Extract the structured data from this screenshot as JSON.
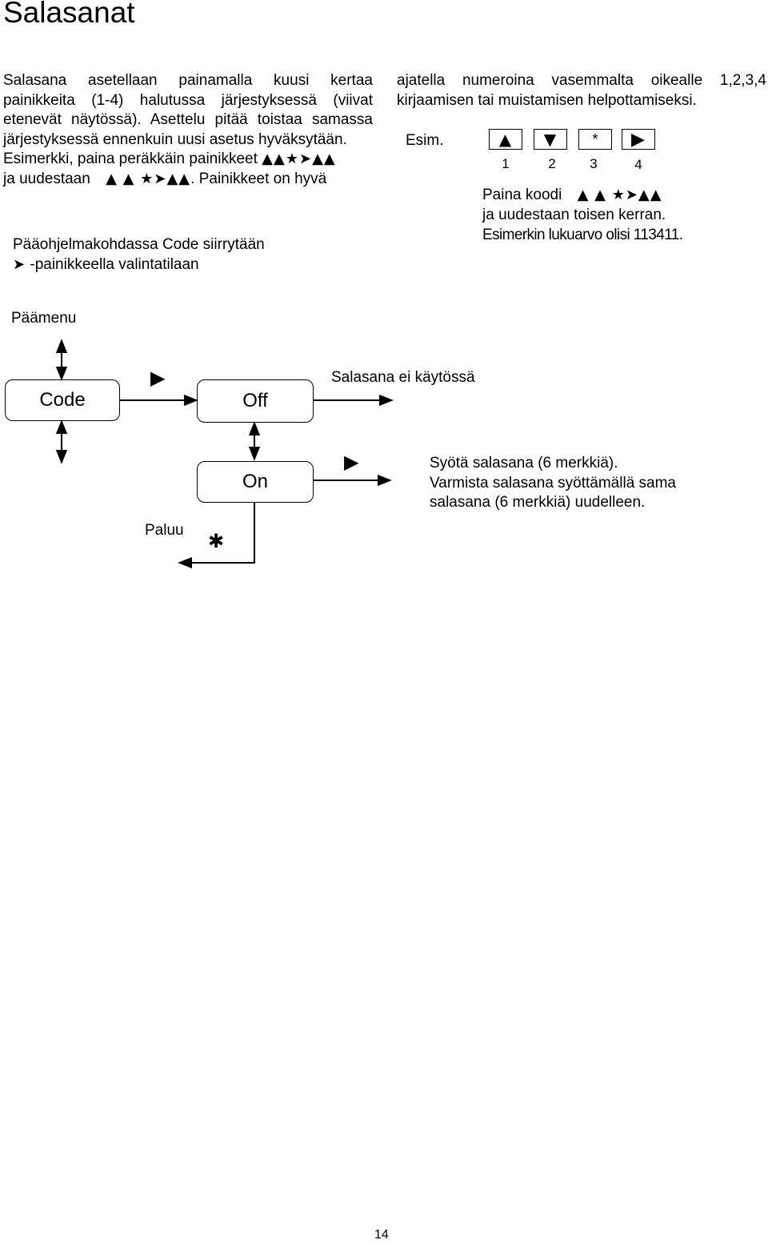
{
  "page": {
    "title": "Salasanat",
    "page_number": "14"
  },
  "left_column": {
    "para1_lines": [
      "Salasana asetellaan painamalla kuusi kertaa",
      "painikkeita (1-4) halutussa järjestyksessä (viivat",
      "etenevät näytössä). Asettelu pitää toistaa samassa",
      "järjestyksessä ennenkuin uusi asetus hyväksytään."
    ],
    "line5_text": "Esimerkki, paina peräkkäin painikkeet",
    "line5_symbols": "▲▲★➤▲▲",
    "line6_prefix": "ja uudestaan",
    "line6_symbols": "▲ ▲ ★➤▲▲",
    "line6_suffix": ". Painikkeet on hyvä",
    "para2_line1": "Pääohjelmakohdassa Code siirrytään",
    "para2_line2_symbol": "➤",
    "para2_line2_text": "-painikkeella valintatilaan"
  },
  "right_column": {
    "lines": [
      "ajatella numeroina vasemmalta oikealle 1,2,3,4",
      "kirjaamisen tai muistamisen helpottamiseksi."
    ],
    "example_label": "Esim.",
    "keys": [
      {
        "icon": "up-triangle-icon",
        "glyph": "▲",
        "number": "1"
      },
      {
        "icon": "down-triangle-icon",
        "glyph": "▼",
        "number": "2"
      },
      {
        "icon": "asterisk-icon",
        "glyph": "*",
        "number": "3"
      },
      {
        "icon": "right-triangle-icon",
        "glyph": "▶",
        "number": "4"
      }
    ],
    "code_label": "Paina koodi",
    "code_symbols": "▲ ▲ ★➤▲▲",
    "repeat_line": "ja uudestaan toisen kerran.",
    "example_value_line": "Esimerkin lukuarvo olisi 113411."
  },
  "diagram": {
    "main_menu_label": "Päämenu",
    "code_box": "Code",
    "off_box": "Off",
    "on_box": "On",
    "off_description": "Salasana ei käytössä",
    "on_description_lines": [
      "Syötä salasana (6 merkkiä).",
      "Varmista salasana syöttämällä sama",
      "salasana (6 merkkiä) uudelleen."
    ],
    "back_label": "Paluu",
    "back_symbol": "✱",
    "right_button_glyph": "▶"
  }
}
